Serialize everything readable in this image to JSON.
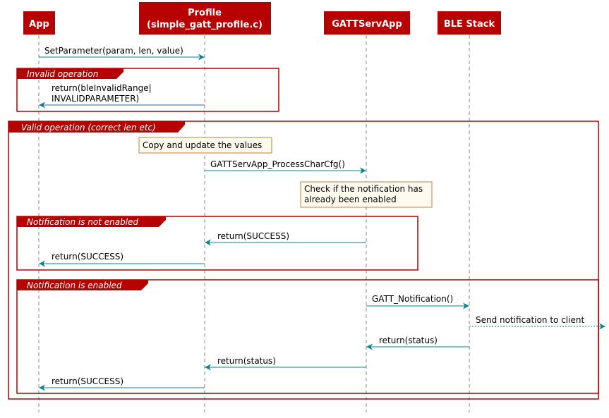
{
  "participants": {
    "app": "App",
    "profile": {
      "line1": "Profile",
      "line2": "(simple_gatt_profile.c)"
    },
    "gattservapp": "GATTServApp",
    "ble_stack": "BLE Stack"
  },
  "groups": {
    "invalid": "Invalid operation",
    "valid": "Valid operation (correct len etc)",
    "not_enabled": "Notification is not enabled",
    "enabled": "Notification is enabled"
  },
  "messages": {
    "set_parameter": "SetParameter(param, len, value)",
    "return_invalid_1": "return(bleInvalidRange|",
    "return_invalid_2": "INVALIDPARAMETER)",
    "process_char_cfg": "GATTServApp_ProcessCharCfg()",
    "ret_success_profile": "return(SUCCESS)",
    "ret_success_app": "return(SUCCESS)",
    "gatt_notification": "GATT_Notification()",
    "send_notification": "Send notification to client",
    "ret_status_gatt": "return(status)",
    "ret_status_profile": "return(status)",
    "ret_success_app_final": "return(SUCCESS)"
  },
  "notes": {
    "copy_update": "Copy and update the values",
    "check_notification_1": "Check if the notification has",
    "check_notification_2": "already been enabled"
  },
  "colors": {
    "participant_fill": "#b70000",
    "frame_border": "#b70000",
    "arrow": "#00868b",
    "lifeline": "#888888",
    "note_fill": "#fffaee",
    "note_border": "#c08040"
  }
}
